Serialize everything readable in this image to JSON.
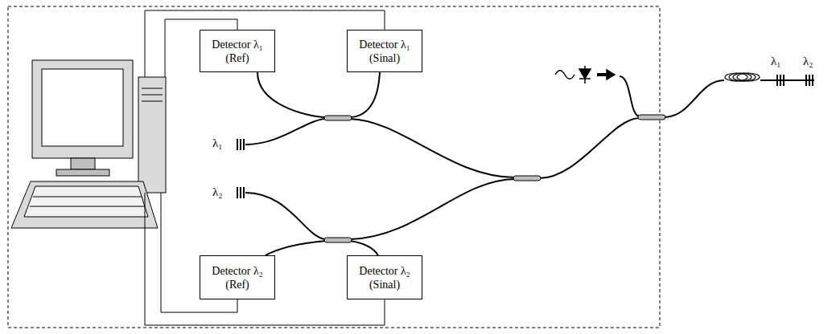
{
  "diagram": {
    "nodes": [
      {
        "text": [
          "Detector λ₁ (Ref)"
        ]
      },
      {
        "text": [
          "Detector λ₁ (Sinal)"
        ]
      },
      {
        "text": [
          "Detector λ₂ (Ref)"
        ]
      },
      {
        "text": [
          "Detector λ₂ (Sinal)"
        ]
      }
    ],
    "labels": [
      "λ₁",
      "λ₂",
      "λ₁",
      "λ₂"
    ]
  }
}
